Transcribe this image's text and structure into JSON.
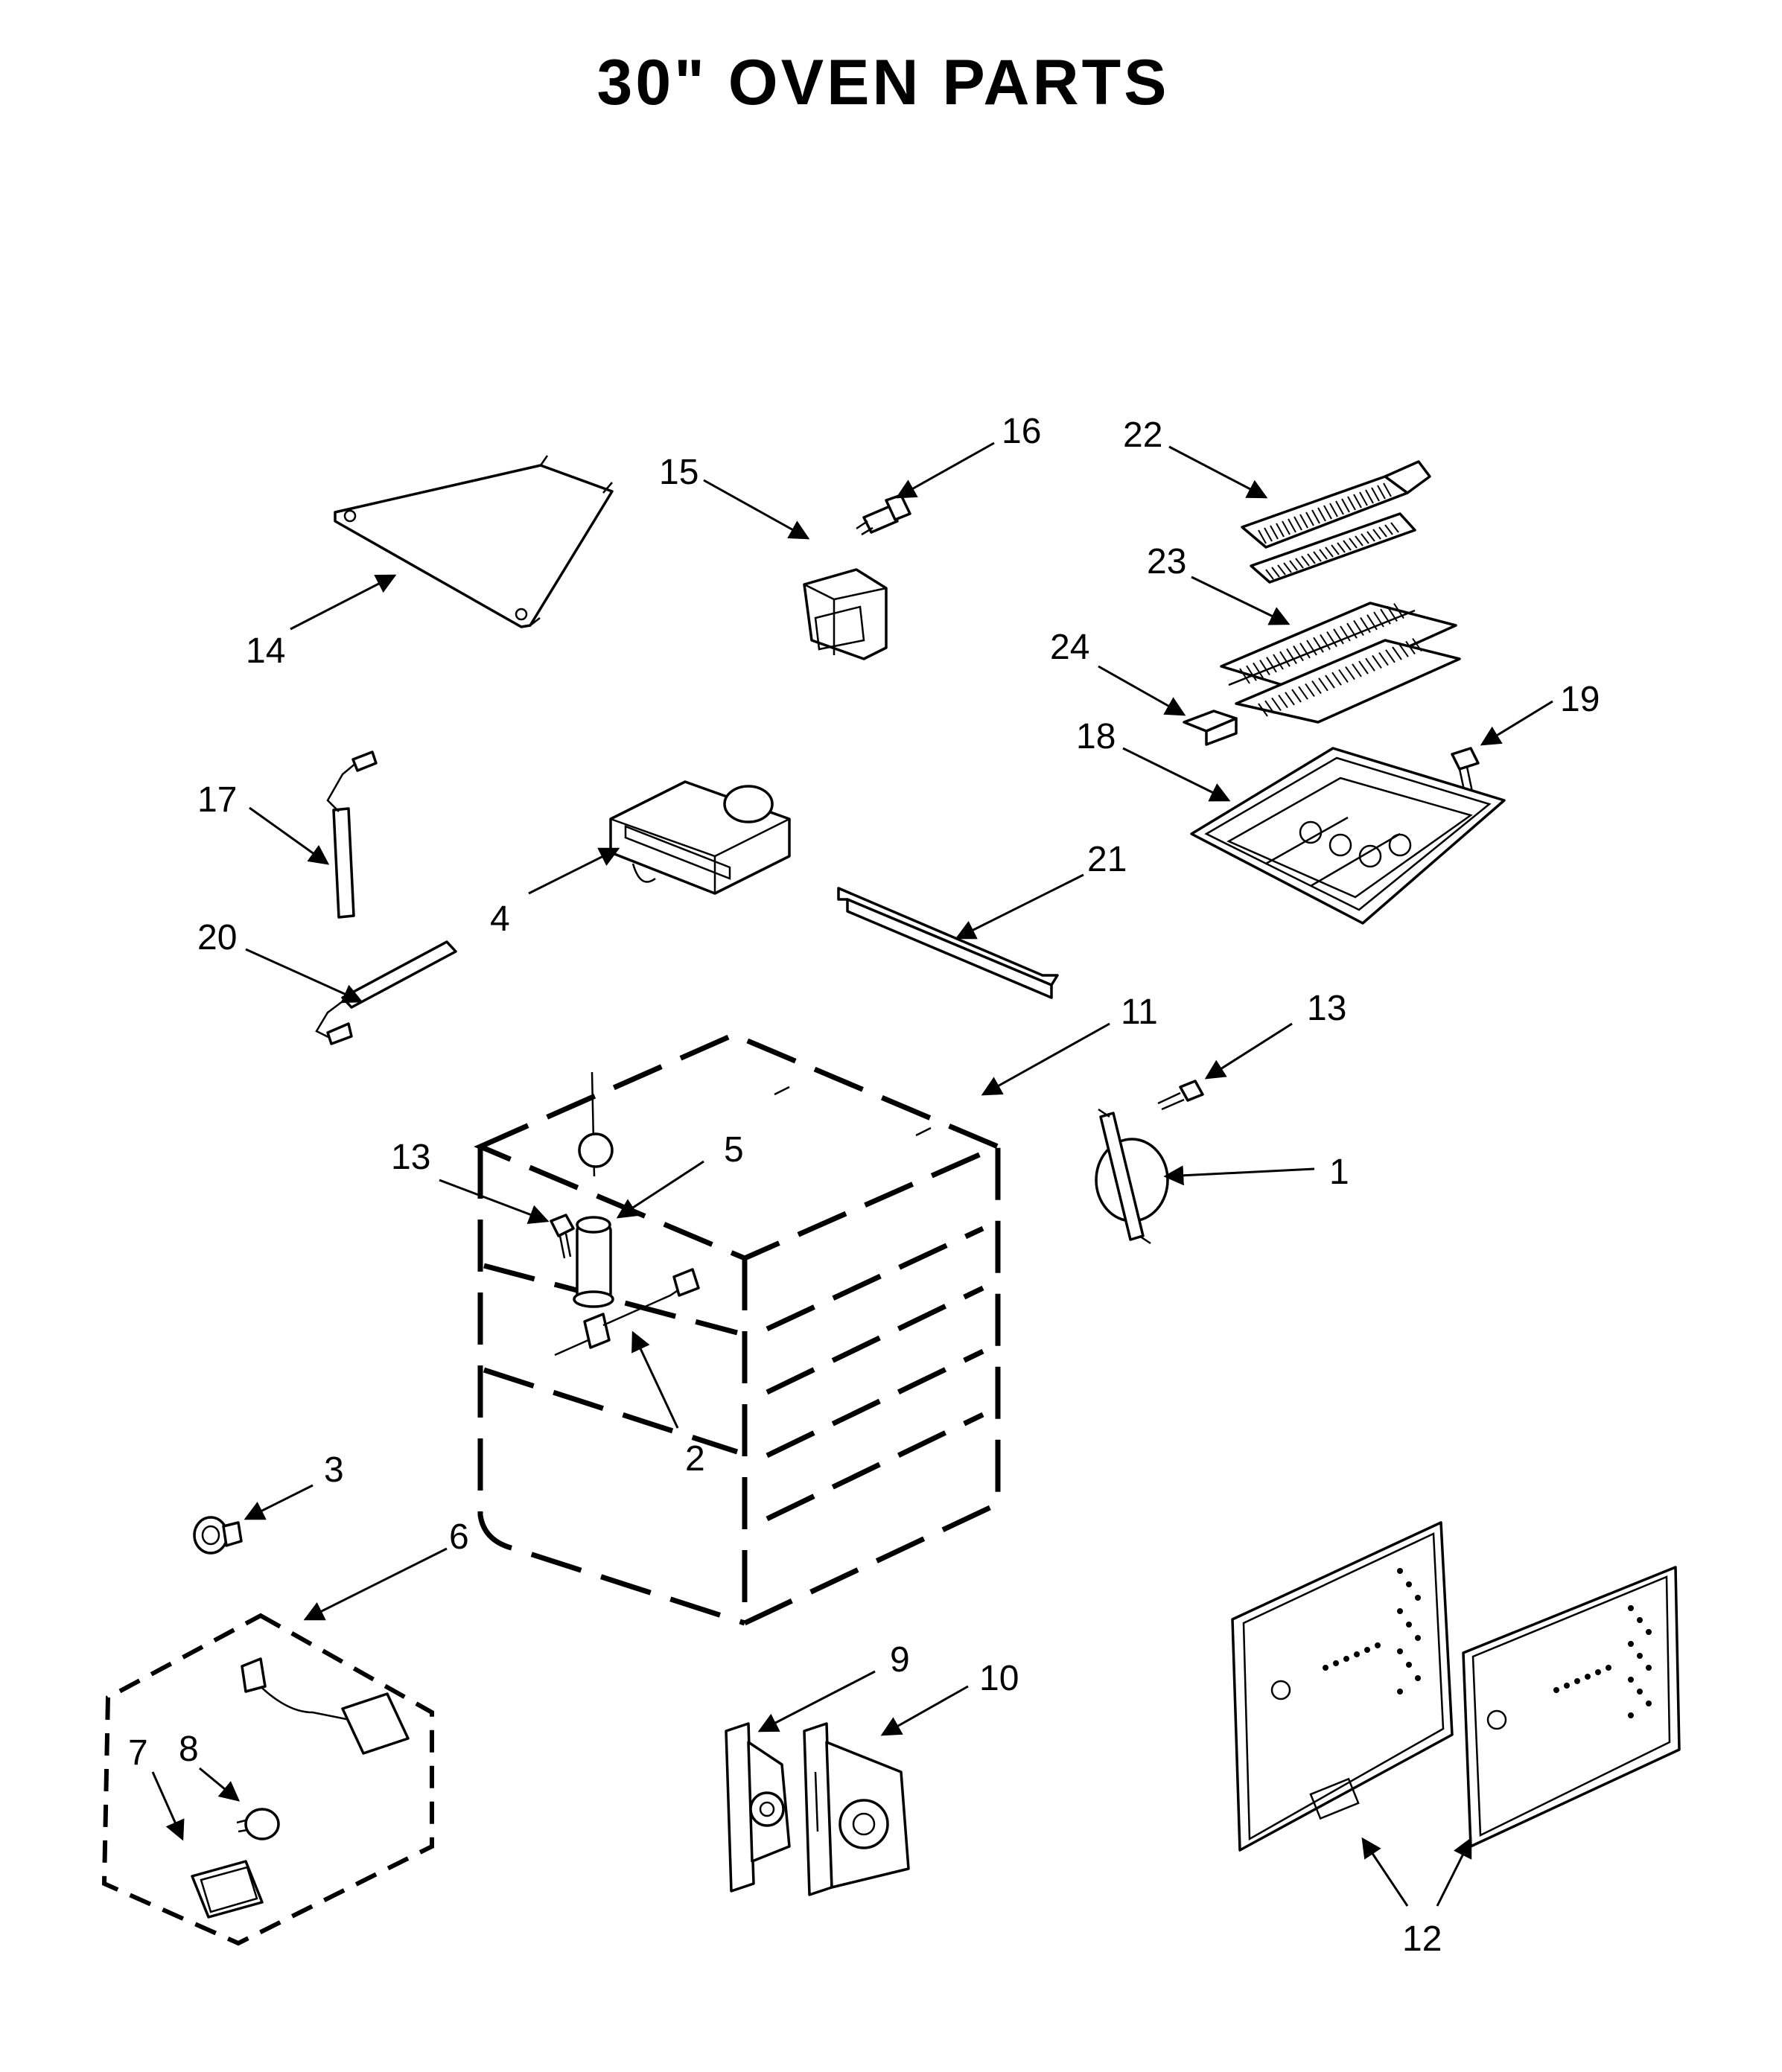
{
  "title": "30\" OVEN PARTS",
  "callouts": [
    {
      "label": "1"
    },
    {
      "label": "2"
    },
    {
      "label": "3"
    },
    {
      "label": "4"
    },
    {
      "label": "5"
    },
    {
      "label": "6"
    },
    {
      "label": "7"
    },
    {
      "label": "8"
    },
    {
      "label": "9"
    },
    {
      "label": "10"
    },
    {
      "label": "11"
    },
    {
      "label": "12"
    },
    {
      "label": "13"
    },
    {
      "label": "13"
    },
    {
      "label": "14"
    },
    {
      "label": "15"
    },
    {
      "label": "16"
    },
    {
      "label": "17"
    },
    {
      "label": "18"
    },
    {
      "label": "19"
    },
    {
      "label": "20"
    },
    {
      "label": "21"
    },
    {
      "label": "22"
    },
    {
      "label": "23"
    },
    {
      "label": "24"
    }
  ]
}
